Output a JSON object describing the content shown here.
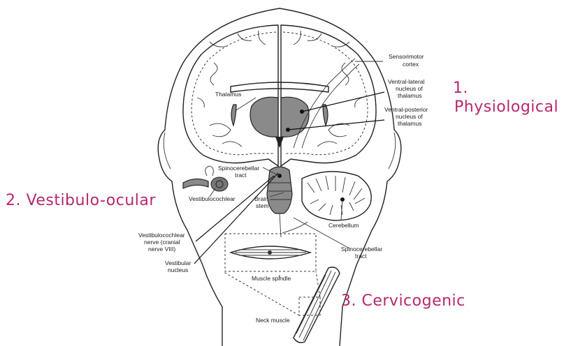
{
  "categories": {
    "physiological_num": "1.",
    "physiological": "Physiological",
    "vestibulo_ocular": "2. Vestibulo-ocular",
    "cervicogenic": "3. Cervicogenic",
    "color": "#b5286e"
  },
  "labels": {
    "sensorimotor_1": "Sensorimotor",
    "sensorimotor_2": "cortex",
    "thalamus": "Thalamus",
    "vl_1": "Ventral-lateral",
    "vl_2": "nucleus of",
    "vl_3": "thalamus",
    "vp_1": "Ventral-posterior",
    "vp_2": "nucleus of",
    "vp_3": "thalamus",
    "spinocereb_tract_1": "Spinocerebellar",
    "spinocereb_tract_2": "tract",
    "vestibulocochlear": "Vestibulocochlear",
    "brain_stem_1": "Brain",
    "brain_stem_2": "stem",
    "cerebellum": "Cerebellum",
    "nerve_1": "Vestibulocochlear",
    "nerve_2": "nerve (cranial",
    "nerve_3": "nerve VIII)",
    "vest_nucleus_1": "Vestibular",
    "vest_nucleus_2": "nucleus",
    "spinocereb_tract_b1": "Spinocerebellar",
    "spinocereb_tract_b2": "tract",
    "muscle_spindle": "Muscle spindle",
    "neck_muscle": "Neck muscle"
  }
}
